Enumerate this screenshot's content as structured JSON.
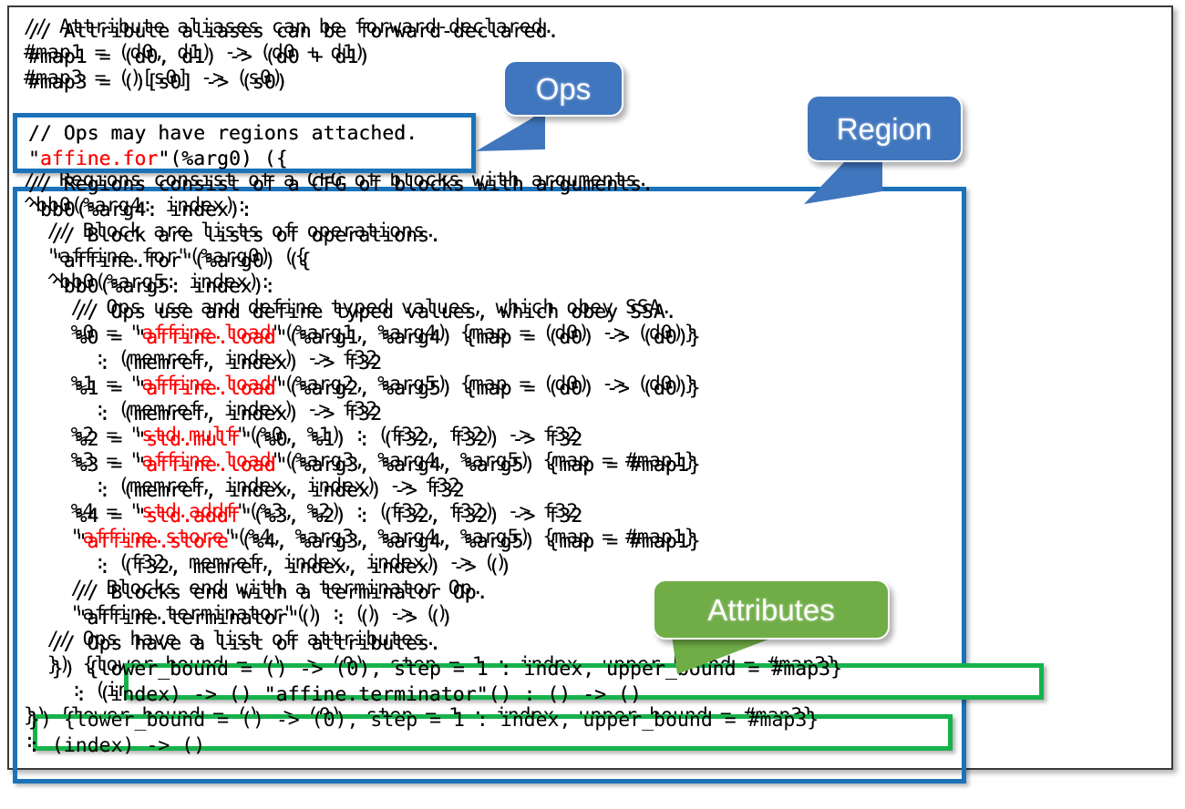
{
  "document": {
    "kind": "mlir-code-slide",
    "language": "MLIR"
  },
  "colors": {
    "code_text": "#000000",
    "op_name": "#ff0000",
    "callout_blue": "#4076BE",
    "callout_green": "#70AD47",
    "box_blue": "#1B72B8",
    "box_green": "#17B24B",
    "background": "#ffffff",
    "frame_border": "#3a3a3a"
  },
  "code": {
    "lines": [
      {
        "id": "l1",
        "indent": 0,
        "segments": [
          {
            "t": "// Attribute aliases can be forward-declared.",
            "k": "plain"
          }
        ]
      },
      {
        "id": "l2",
        "indent": 0,
        "segments": [
          {
            "t": "#map1 = (d0, d1) -> (d0 + d1)",
            "k": "plain"
          }
        ]
      },
      {
        "id": "l3",
        "indent": 0,
        "segments": [
          {
            "t": "#map3 = ()[s0] -> (s0)",
            "k": "plain"
          }
        ]
      },
      {
        "id": "l4",
        "indent": 0,
        "segments": [
          {
            "t": "",
            "k": "plain"
          }
        ]
      },
      {
        "id": "l5",
        "indent": 0,
        "segments": [
          {
            "t": "// Ops may have regions attached.",
            "k": "plain"
          }
        ]
      },
      {
        "id": "l6",
        "indent": 0,
        "segments": [
          {
            "t": "\"",
            "k": "plain"
          },
          {
            "t": "affine.for",
            "k": "op"
          },
          {
            "t": "\"(%arg0) ({",
            "k": "plain"
          }
        ]
      },
      {
        "id": "l7",
        "indent": 0,
        "segments": [
          {
            "t": "// Regions consist of a CFG of blocks with arguments.",
            "k": "plain"
          }
        ]
      },
      {
        "id": "l8",
        "indent": 0,
        "segments": [
          {
            "t": "^bb0(%arg4: index):",
            "k": "plain"
          }
        ]
      },
      {
        "id": "l9",
        "indent": 1,
        "segments": [
          {
            "t": "// Block are lists of operations.",
            "k": "plain"
          }
        ]
      },
      {
        "id": "l10",
        "indent": 1,
        "segments": [
          {
            "t": "\"affine.for\"(%arg0) ({",
            "k": "plain"
          }
        ]
      },
      {
        "id": "l11",
        "indent": 1,
        "segments": [
          {
            "t": "^bb0(%arg5: index):",
            "k": "plain"
          }
        ]
      },
      {
        "id": "l12",
        "indent": 2,
        "segments": [
          {
            "t": "// Ops use and define typed values, which obey SSA.",
            "k": "plain"
          }
        ]
      },
      {
        "id": "l13",
        "indent": 2,
        "segments": [
          {
            "t": "%0 = \"",
            "k": "plain"
          },
          {
            "t": "affine.load",
            "k": "op"
          },
          {
            "t": "\"(%arg1, %arg4) {map = (d0) -> (d0)}",
            "k": "plain"
          }
        ]
      },
      {
        "id": "l14",
        "indent": 3,
        "segments": [
          {
            "t": ": (memref, index) -> f32",
            "k": "plain"
          }
        ]
      },
      {
        "id": "l15",
        "indent": 2,
        "segments": [
          {
            "t": "%1 = \"",
            "k": "plain"
          },
          {
            "t": "affine.load",
            "k": "op"
          },
          {
            "t": "\"(%arg2, %arg5) {map = (d0) -> (d0)}",
            "k": "plain"
          }
        ]
      },
      {
        "id": "l16",
        "indent": 3,
        "segments": [
          {
            "t": ": (memref, index) -> f32",
            "k": "plain"
          }
        ]
      },
      {
        "id": "l17",
        "indent": 2,
        "segments": [
          {
            "t": "%2 = \"",
            "k": "plain"
          },
          {
            "t": "std.mulf",
            "k": "op"
          },
          {
            "t": "\"(%0, %1) : (f32, f32) -> f32",
            "k": "plain"
          }
        ]
      },
      {
        "id": "l18",
        "indent": 2,
        "segments": [
          {
            "t": "%3 = \"",
            "k": "plain"
          },
          {
            "t": "affine.load",
            "k": "op"
          },
          {
            "t": "\"(%arg3, %arg4, %arg5) {map = #map1}",
            "k": "plain"
          }
        ]
      },
      {
        "id": "l19",
        "indent": 3,
        "segments": [
          {
            "t": ": (memref, index, index) -> f32",
            "k": "plain"
          }
        ]
      },
      {
        "id": "l20",
        "indent": 2,
        "segments": [
          {
            "t": "%4 = \"",
            "k": "plain"
          },
          {
            "t": "std.addf",
            "k": "op"
          },
          {
            "t": "\"(%3, %2) : (f32, f32) -> f32",
            "k": "plain"
          }
        ]
      },
      {
        "id": "l21",
        "indent": 2,
        "segments": [
          {
            "t": "\"",
            "k": "plain"
          },
          {
            "t": "affine.store",
            "k": "op"
          },
          {
            "t": "\"(%4, %arg3, %arg4, %arg5) {map = #map1}",
            "k": "plain"
          }
        ]
      },
      {
        "id": "l22",
        "indent": 3,
        "segments": [
          {
            "t": ": (f32, memref, index, index) -> ()",
            "k": "plain"
          }
        ]
      },
      {
        "id": "l23",
        "indent": 2,
        "segments": [
          {
            "t": "// Blocks end with a terminator Op.",
            "k": "plain"
          }
        ]
      },
      {
        "id": "l24",
        "indent": 2,
        "segments": [
          {
            "t": "\"affine.terminator\"() : () -> ()",
            "k": "plain"
          }
        ]
      },
      {
        "id": "l25",
        "indent": 1,
        "segments": [
          {
            "t": "// Ops have a list of attributes.",
            "k": "plain"
          }
        ]
      },
      {
        "id": "l26",
        "indent": 1,
        "segments": [
          {
            "t": "}) {lower_bound = () -> (0), step = 1 : index, upper_bound = #map3}",
            "k": "plain"
          }
        ]
      },
      {
        "id": "l27",
        "indent": 2,
        "segments": [
          {
            "t": ": (index) -> () \"affine.terminator\"() : () -> ()",
            "k": "plain"
          }
        ]
      },
      {
        "id": "l28",
        "indent": 0,
        "segments": [
          {
            "t": "}) {lower_bound = () -> (0), step = 1 : index, upper_bound = #map3}",
            "k": "plain"
          }
        ]
      },
      {
        "id": "l29",
        "indent": 0,
        "segments": [
          {
            "t": ": (index) -> ()",
            "k": "plain"
          }
        ]
      }
    ]
  },
  "callouts": [
    {
      "id": "ops",
      "label": "Ops",
      "color": "blue"
    },
    {
      "id": "region",
      "label": "Region",
      "color": "blue"
    },
    {
      "id": "attributes",
      "label": "Attributes",
      "color": "green"
    }
  ],
  "highlights": [
    {
      "id": "ops-box",
      "target": "Ops may have regions attached. / \"affine.for\"(%arg0) ({",
      "color": "blue"
    },
    {
      "id": "region-box",
      "target": "^bb0(%arg4: index): ... : (index) -> ()",
      "color": "blue"
    },
    {
      "id": "attributes-box-1",
      "target": "}) {lower_bound = () -> (0), step = 1 : index, upper_bound = #map3}",
      "color": "green"
    },
    {
      "id": "attributes-box-2",
      "target": "}) {lower_bound = () -> (0), step = 1 : index, upper_bound = #map3}",
      "color": "green"
    }
  ]
}
